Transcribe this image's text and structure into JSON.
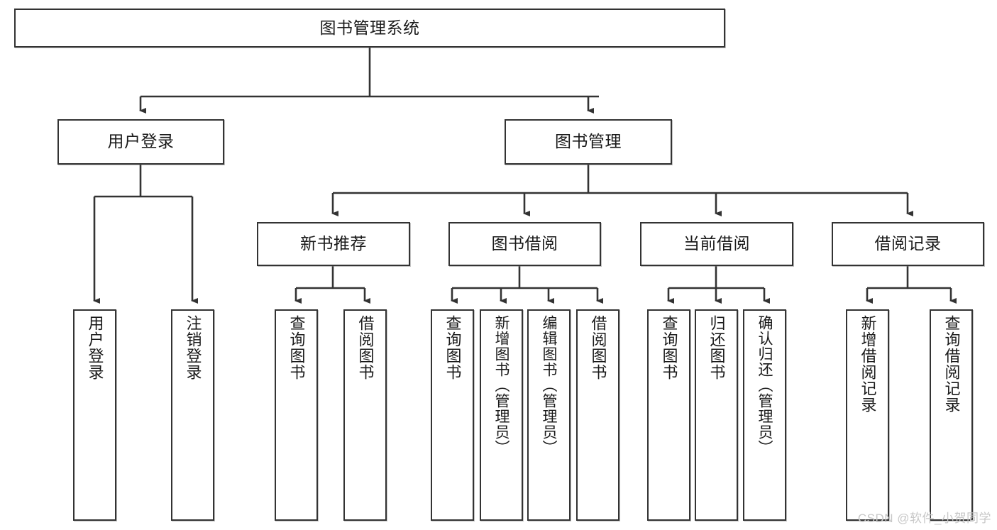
{
  "diagram": {
    "type": "tree-hierarchy-chart",
    "title": "图书管理系统",
    "colors": {
      "box_border": "#333333",
      "box_fill": "#ffffff",
      "connector": "#333333",
      "text": "#1a1a1a",
      "watermark": "#c7c7c7",
      "background": "#ffffff"
    },
    "nodes": {
      "root": {
        "label": "图书管理系统"
      },
      "level1": [
        {
          "label": "用户登录"
        },
        {
          "label": "图书管理"
        }
      ],
      "level2": [
        {
          "label": "新书推荐"
        },
        {
          "label": "图书借阅"
        },
        {
          "label": "当前借阅"
        },
        {
          "label": "借阅记录"
        }
      ],
      "leaves_user_login": [
        {
          "label": "用户登录"
        },
        {
          "label": "注销登录"
        }
      ],
      "leaves_new_books": [
        {
          "label": "查询图书"
        },
        {
          "label": "借阅图书"
        }
      ],
      "leaves_borrow": [
        {
          "label": "查询图书"
        },
        {
          "label": "新增图书（管理员）"
        },
        {
          "label": "编辑图书（管理员）"
        },
        {
          "label": "借阅图书"
        }
      ],
      "leaves_current": [
        {
          "label": "查询图书"
        },
        {
          "label": "归还图书"
        },
        {
          "label": "确认归还（管理员）"
        }
      ],
      "leaves_records": [
        {
          "label": "新增借阅记录"
        },
        {
          "label": "查询借阅记录"
        }
      ]
    }
  },
  "watermark": {
    "text": "CSDN @软件_小贺同学"
  }
}
